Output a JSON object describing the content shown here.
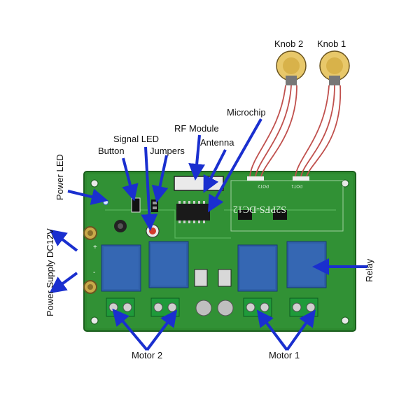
{
  "labels": {
    "knob2": "Knob 2",
    "knob1": "Knob 1",
    "microchip": "Microchip",
    "rf_module": "RF Module",
    "antenna": "Antenna",
    "signal_led": "Signal LED",
    "button": "Button",
    "jumpers": "Jumpers",
    "power_led": "Power LED",
    "power_supply": "Power Supply DC12V",
    "relay": "Relay",
    "motor2": "Motor 2",
    "motor1": "Motor 1"
  },
  "board_text": {
    "model": "S2PFS-DC12",
    "plus": "+",
    "minus": "-",
    "pot2": "POT2",
    "pot1": "POT1"
  },
  "colors": {
    "pcb": "#2d8a2f",
    "relay": "#2f5fa8",
    "arrow": "#1a2fcf",
    "terminal": "#1f9a3a",
    "wire": "#c0504d"
  }
}
